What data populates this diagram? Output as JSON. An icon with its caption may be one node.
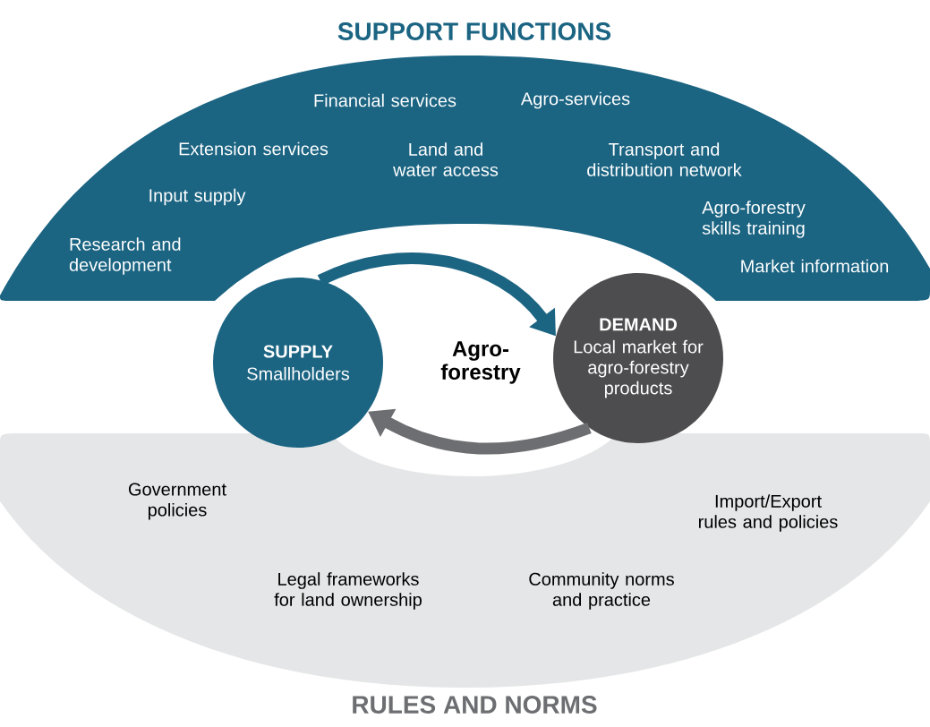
{
  "diagram": {
    "nodes": [
      {
        "text": [
          "SUPPORT FUNCTIONS",
          "Financial services",
          "Agro-services",
          "Extension services",
          "Land and water access",
          "Transport and distribution network",
          "Input supply",
          "Agro-forestry skills training",
          "Research and development",
          "Market information"
        ]
      },
      {
        "text": [
          "RULES AND NORMS",
          "Government policies",
          "Import/Export rules and policies",
          "Legal frameworks for land ownership",
          "Community norms and practice"
        ]
      },
      {
        "text": [
          "SUPPLY",
          "Smallholders"
        ]
      },
      {
        "text": [
          "DEMAND",
          "Local market for agro-forestry products"
        ]
      }
    ],
    "edges": [
      {
        "from": 2,
        "to": 3,
        "arrow": "to",
        "color": "#1b6482"
      },
      {
        "from": 3,
        "to": 2,
        "arrow": "to",
        "color": "#6d6e71"
      }
    ],
    "labels": [
      "Agro-forestry"
    ]
  }
}
